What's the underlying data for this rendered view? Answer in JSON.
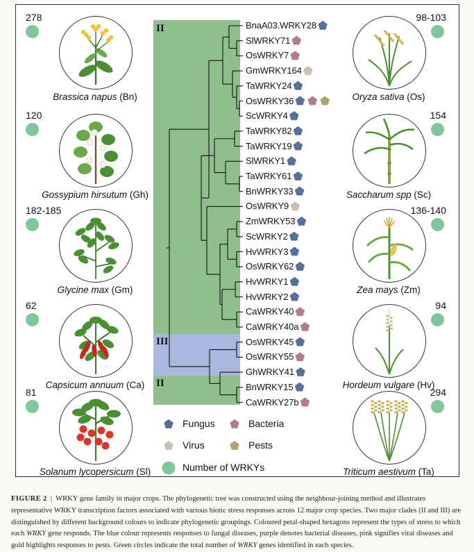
{
  "figure": {
    "clades": {
      "upper": "II",
      "middle": "III",
      "lower": "II"
    },
    "colors": {
      "clade_ii_bg": "#8ebf8c",
      "clade_iii_bg": "#aab8e0",
      "fungus": "#56709d",
      "bacteria": "#b47a92",
      "virus": "#cbbfb4",
      "pests": "#aea36a",
      "wrky_count": "#7fc79a"
    },
    "species_left": [
      {
        "count": "278",
        "name": "Brassica napus",
        "abbr": "(Bn)",
        "icon": "rapeseed-plant"
      },
      {
        "count": "120",
        "name": "Gossypium hirsutum",
        "abbr": "(Gh)",
        "icon": "cotton-plant"
      },
      {
        "count": "182-185",
        "name": "Glycine max",
        "abbr": "(Gm)",
        "icon": "soybean-plant"
      },
      {
        "count": "62",
        "name": "Capsicum annuum",
        "abbr": "(Ca)",
        "icon": "pepper-plant"
      },
      {
        "count": "81",
        "name": "Solanum lycopersicum",
        "abbr": "(Sl)",
        "icon": "tomato-plant"
      }
    ],
    "species_right": [
      {
        "count": "98-103",
        "name": "Oryza sativa",
        "abbr": "(Os)",
        "icon": "rice-plant"
      },
      {
        "count": "154",
        "name": "Saccharum spp",
        "abbr": "(Sc)",
        "icon": "sugarcane-plant"
      },
      {
        "count": "136-140",
        "name": "Zea mays",
        "abbr": "(Zm)",
        "icon": "maize-plant"
      },
      {
        "count": "94",
        "name": "Hordeum vulgare",
        "abbr": "(Hv)",
        "icon": "barley-plant"
      },
      {
        "count": "294",
        "name": "Triticum aestivum",
        "abbr": "(Ta)",
        "icon": "wheat-plant"
      }
    ],
    "genes": [
      {
        "name": "BnaA03.WRKY28",
        "stress": [
          "fungus"
        ]
      },
      {
        "name": "SlWRKY71",
        "stress": [
          "bacteria"
        ]
      },
      {
        "name": "OsWRKY7",
        "stress": [
          "bacteria"
        ]
      },
      {
        "name": "GmWRKY164",
        "stress": [
          "virus"
        ]
      },
      {
        "name": "TaWRKY24",
        "stress": [
          "fungus"
        ]
      },
      {
        "name": "OsWRKY36",
        "stress": [
          "fungus",
          "bacteria",
          "pests"
        ]
      },
      {
        "name": "ScWRKY4",
        "stress": [
          "fungus"
        ]
      },
      {
        "name": "TaWRKY82",
        "stress": [
          "fungus"
        ]
      },
      {
        "name": "TaWRKY19",
        "stress": [
          "fungus"
        ]
      },
      {
        "name": "SlWRKY1",
        "stress": [
          "fungus"
        ]
      },
      {
        "name": "TaWRKY61",
        "stress": [
          "fungus"
        ]
      },
      {
        "name": "BnWRKY33",
        "stress": [
          "fungus"
        ]
      },
      {
        "name": "OsWRKY9",
        "stress": [
          "virus"
        ]
      },
      {
        "name": "ZmWRKY53",
        "stress": [
          "fungus"
        ]
      },
      {
        "name": "ScWRKY2",
        "stress": [
          "fungus"
        ]
      },
      {
        "name": "HvWRKY3",
        "stress": [
          "fungus"
        ]
      },
      {
        "name": "OsWRKY62",
        "stress": [
          "fungus"
        ]
      },
      {
        "name": "HvWRKY1",
        "stress": [
          "fungus"
        ]
      },
      {
        "name": "HvWRKY2",
        "stress": [
          "fungus"
        ]
      },
      {
        "name": "CaWRKY40",
        "stress": [
          "bacteria"
        ]
      },
      {
        "name": "CaWRKY40a",
        "stress": [
          "bacteria"
        ]
      },
      {
        "name": "OsWRKY45",
        "stress": [
          "fungus"
        ]
      },
      {
        "name": "OsWRKY55",
        "stress": [
          "bacteria"
        ]
      },
      {
        "name": "GhWRKY41",
        "stress": [
          "fungus"
        ]
      },
      {
        "name": "BnWRKY15",
        "stress": [
          "fungus"
        ]
      },
      {
        "name": "CaWRKY27b",
        "stress": [
          "bacteria"
        ]
      }
    ],
    "legend": {
      "fungus": "Fungus",
      "bacteria": "Bacteria",
      "virus": "Virus",
      "pests": "Pests",
      "count": "Number of WRKYs"
    }
  },
  "caption": {
    "label": "FIGURE 2",
    "separator": "|",
    "text_1": "WRKY gene family in major crops. The phylogenetic tree was constructed using the neighbour-joining method and illustrates representative WRKY transcription factors associated with various biotic stress responses across 12 major crop species. Two major clades (II and III) are distinguished by different background colours to indicate phylogenetic groupings. Coloured petal-shaped hexagons represent the types of stress to which each ",
    "italic_1": "WRKY",
    "text_2": " gene responds. The blue colour represents responses to fungal diseases, purple denotes bacterial diseases, pink signifies viral diseases and gold highlights responses to pests. Green circles indicate the total number of ",
    "italic_2": "WRKY",
    "text_3": " genes identified in each species."
  }
}
